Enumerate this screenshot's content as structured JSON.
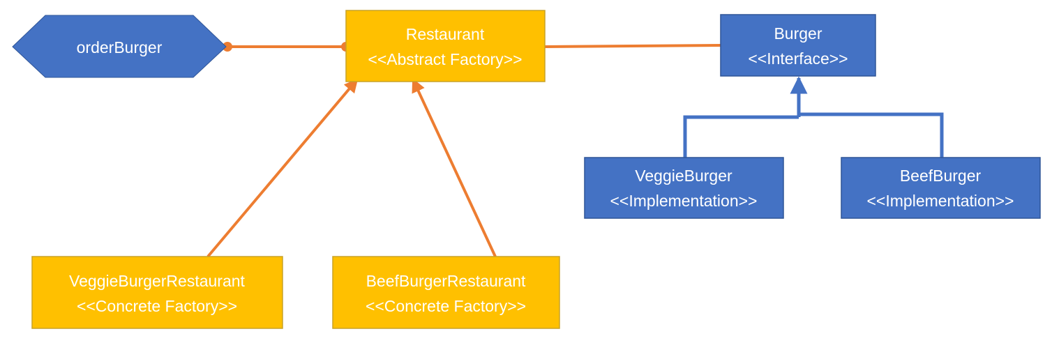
{
  "nodes": {
    "order_burger": {
      "label": "orderBurger"
    },
    "restaurant": {
      "name": "Restaurant",
      "stereotype": "<<Abstract Factory>>"
    },
    "burger": {
      "name": "Burger",
      "stereotype": "<<Interface>>"
    },
    "veggie_burger": {
      "name": "VeggieBurger",
      "stereotype": "<<Implementation>>"
    },
    "beef_burger": {
      "name": "BeefBurger",
      "stereotype": "<<Implementation>>"
    },
    "veggie_burger_restaurant": {
      "name": "VeggieBurgerRestaurant",
      "stereotype": "<<Concrete Factory>>"
    },
    "beef_burger_restaurant": {
      "name": "BeefBurgerRestaurant",
      "stereotype": "<<Concrete Factory>>"
    }
  },
  "colors": {
    "factory_fill": "#FFC000",
    "factory_border": "#C9A227",
    "product_fill": "#4472C4",
    "product_border": "#2F5597",
    "factory_connector": "#ED7D31",
    "product_connector": "#4472C4",
    "text": "#FFFFFF"
  }
}
